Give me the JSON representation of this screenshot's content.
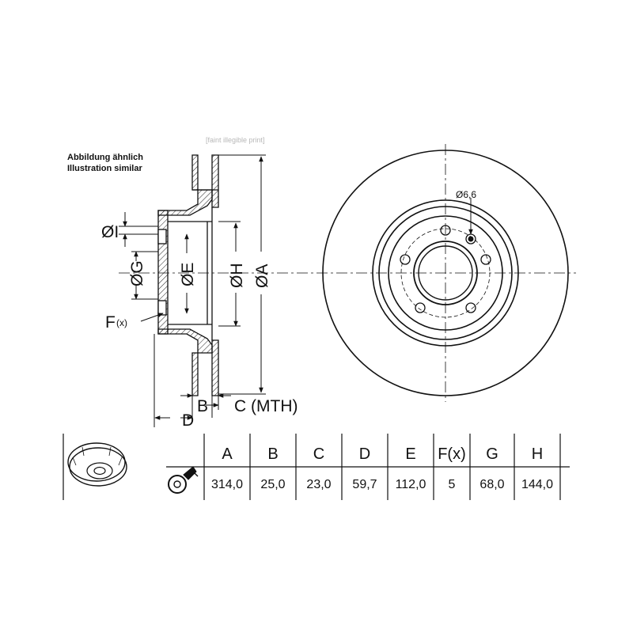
{
  "notes": {
    "line1": "Abbildung ähnlich",
    "line2": "Illustration similar"
  },
  "faint_header": "[faint illegible print]",
  "labels": {
    "dia_I": "ØI",
    "dia_G": "ØG",
    "dia_E": "ØE",
    "dia_H": "ØH",
    "dia_A": "ØA",
    "F": "F",
    "F_sub": "(x)",
    "B": "B",
    "C_mth": "C (MTH)",
    "D": "D",
    "hole": "Ø6,6"
  },
  "table": {
    "headers": [
      "A",
      "B",
      "C",
      "D",
      "E",
      "F(x)",
      "G",
      "H"
    ],
    "values": [
      "314,0",
      "25,0",
      "23,0",
      "59,7",
      "112,0",
      "5",
      "68,0",
      "144,0"
    ]
  },
  "icons": [
    "brake-disc-perspective-icon",
    "disc-caliper-icon"
  ]
}
